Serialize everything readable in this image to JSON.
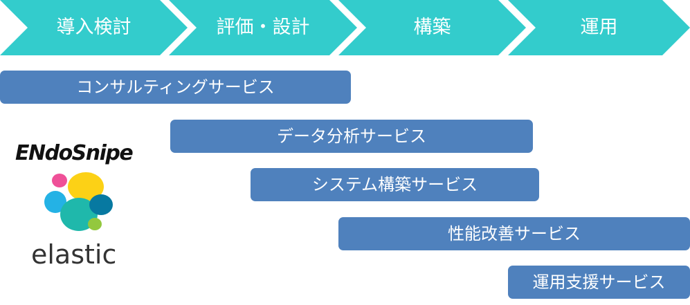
{
  "phases": [
    {
      "label": "導入検討"
    },
    {
      "label": "評価・設計"
    },
    {
      "label": "構築"
    },
    {
      "label": "運用"
    }
  ],
  "services": [
    {
      "label": "コンサルティングサービス"
    },
    {
      "label": "データ分析サービス"
    },
    {
      "label": "システム構築サービス"
    },
    {
      "label": "性能改善サービス"
    },
    {
      "label": "運用支援サービス"
    }
  ],
  "logos": {
    "endosnipe": "ENdoSnipe",
    "elastic": "elastic"
  },
  "colors": {
    "phase_arrow": "#33cccc",
    "service_bar": "#4f81bd",
    "text_on_color": "#ffffff"
  }
}
